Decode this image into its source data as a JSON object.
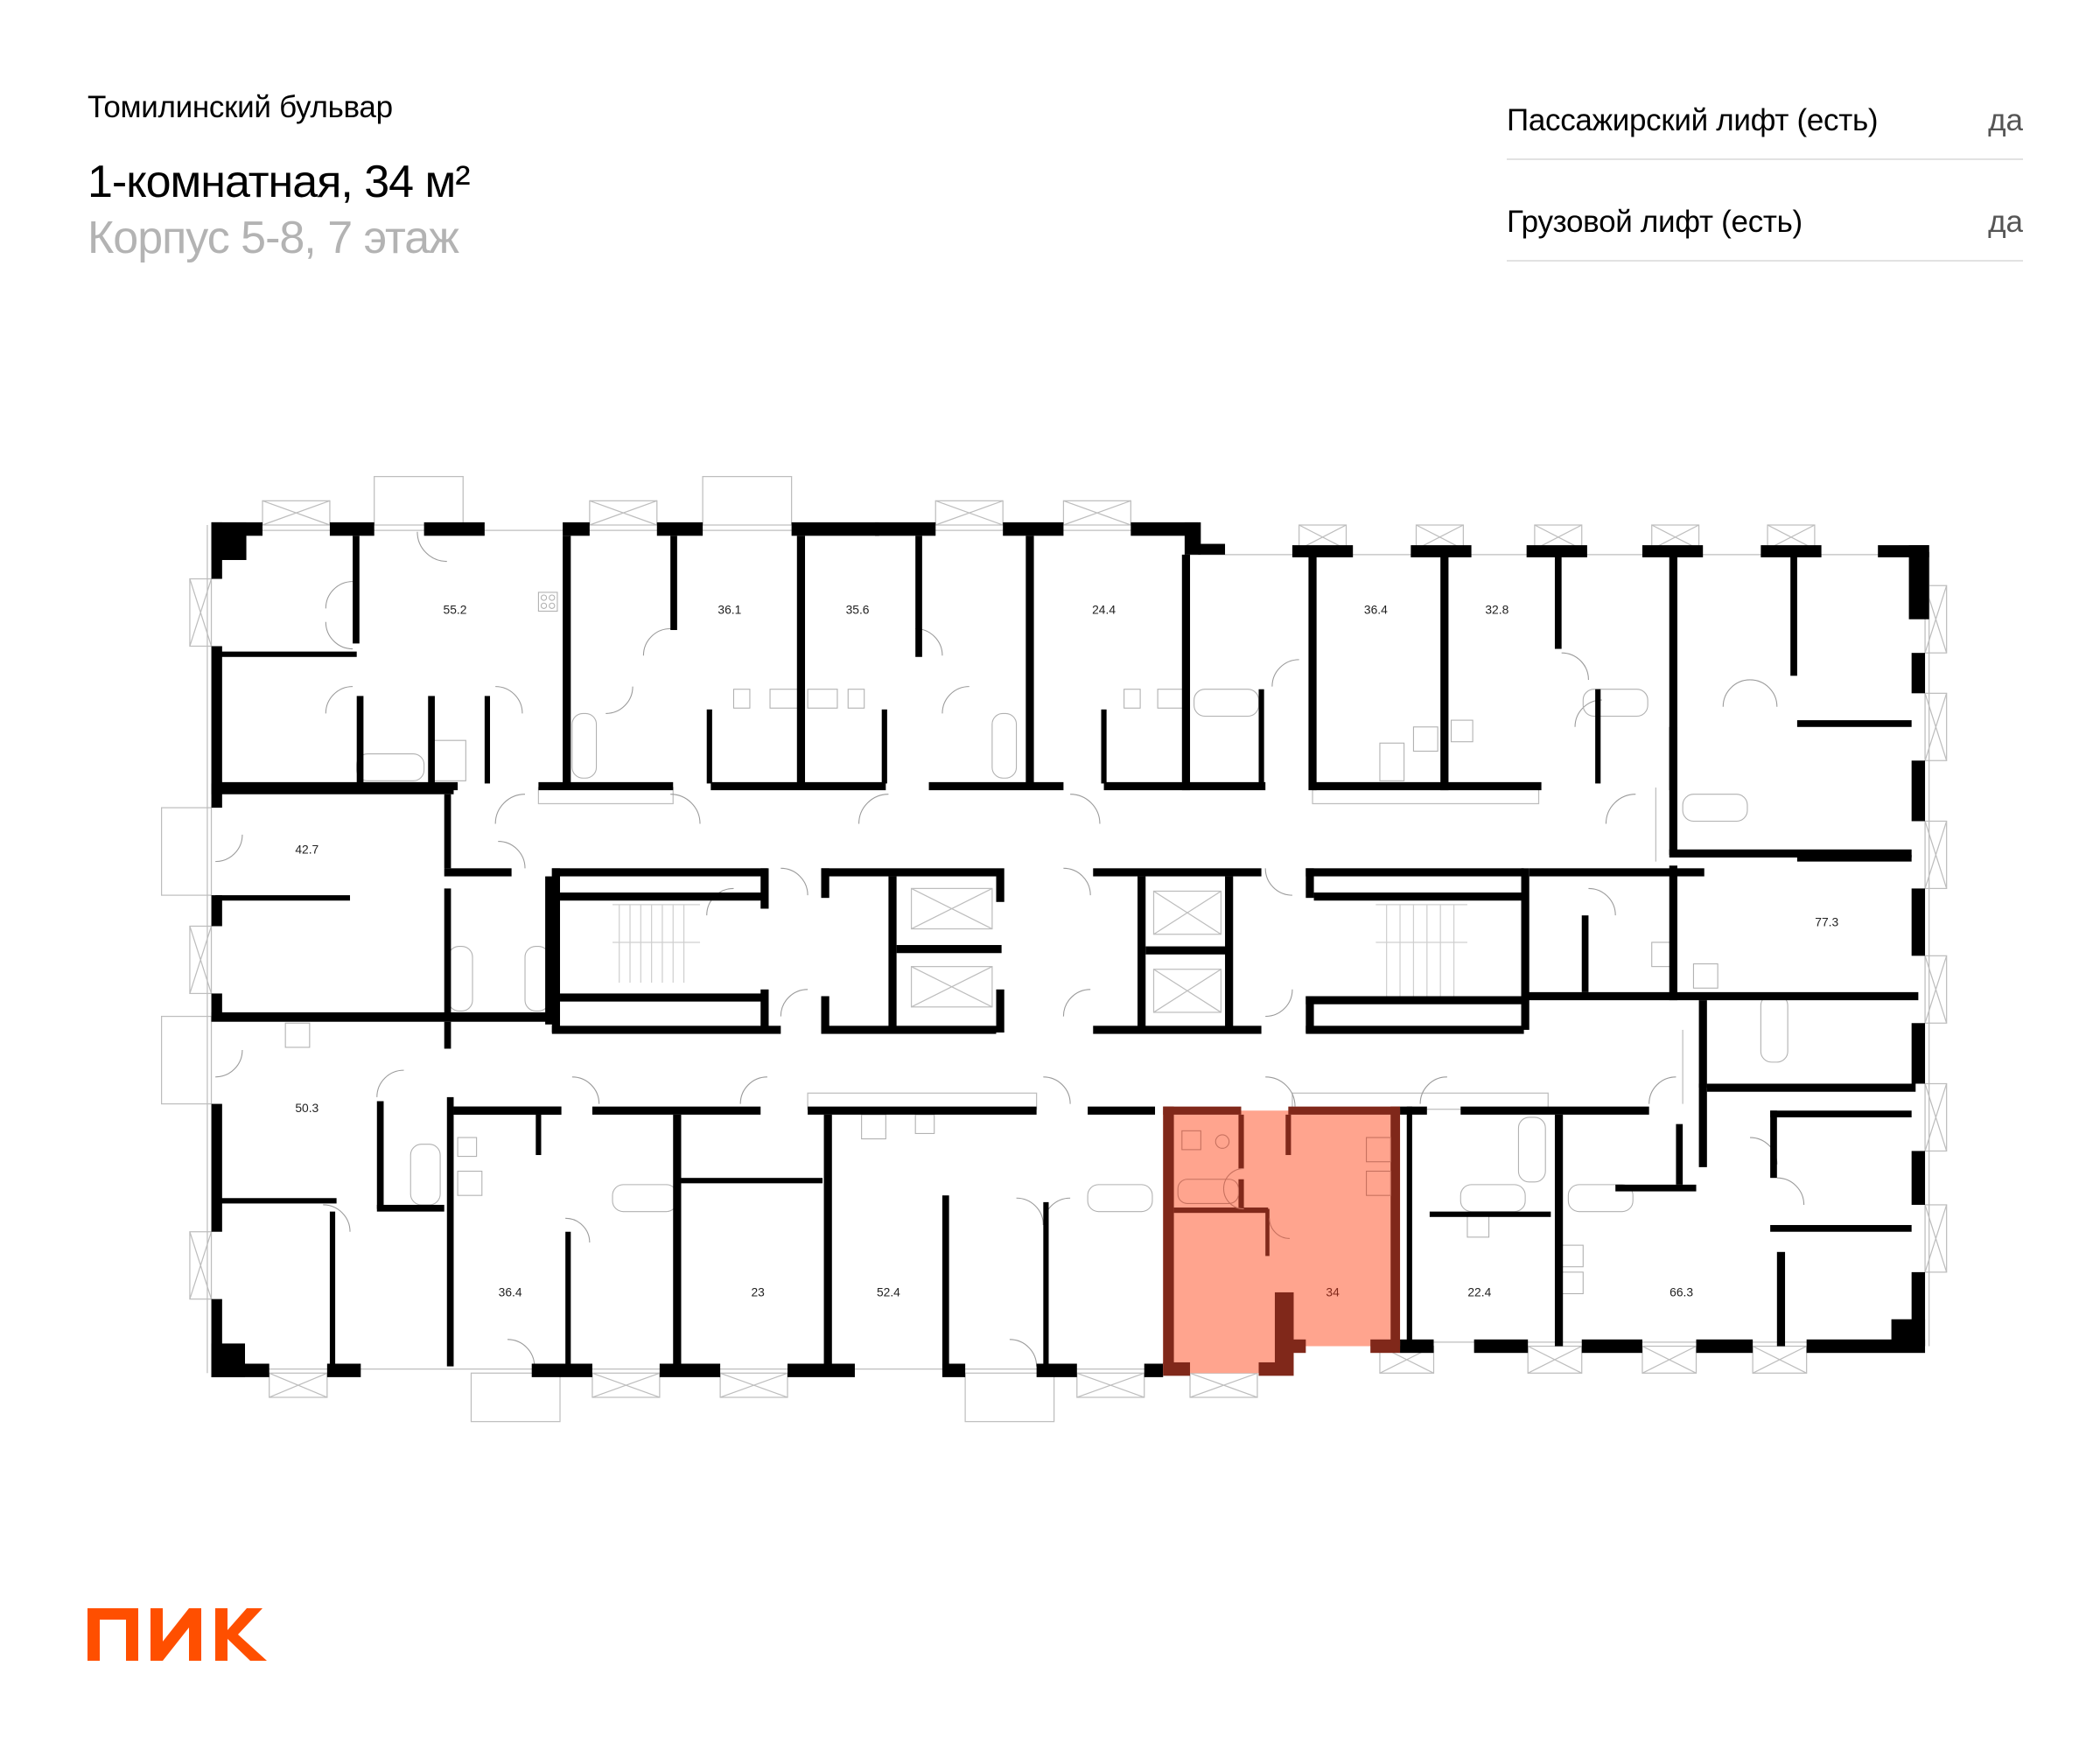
{
  "header": {
    "complex_name": "Томилинский бульвар",
    "apartment_title": "1-комнатная, 34 м²",
    "building_floor": "Корпус 5-8, 7 этаж"
  },
  "features": [
    {
      "label": "Пассажирский лифт (есть)",
      "value": "да"
    },
    {
      "label": "Грузовой лифт (есть)",
      "value": "да"
    }
  ],
  "floor_plan": {
    "highlight_color": "#FFA48E",
    "highlight_wall_color": "#80281A",
    "wall_color": "#000000",
    "selected_unit_area": "34",
    "units": [
      {
        "id": "u55_2",
        "area": "55.2"
      },
      {
        "id": "u36_1",
        "area": "36.1"
      },
      {
        "id": "u35_6",
        "area": "35.6"
      },
      {
        "id": "u24_4",
        "area": "24.4"
      },
      {
        "id": "u36_4_top",
        "area": "36.4"
      },
      {
        "id": "u32_8",
        "area": "32.8"
      },
      {
        "id": "u42_7",
        "area": "42.7"
      },
      {
        "id": "u77_3",
        "area": "77.3"
      },
      {
        "id": "u50_3",
        "area": "50.3"
      },
      {
        "id": "u36_4_bottom",
        "area": "36.4"
      },
      {
        "id": "u23",
        "area": "23"
      },
      {
        "id": "u52_4",
        "area": "52.4"
      },
      {
        "id": "u34",
        "area": "34"
      },
      {
        "id": "u22_4",
        "area": "22.4"
      },
      {
        "id": "u66_3",
        "area": "66.3"
      }
    ]
  },
  "logo": {
    "text": "ПИК",
    "color": "#FF4F00"
  }
}
